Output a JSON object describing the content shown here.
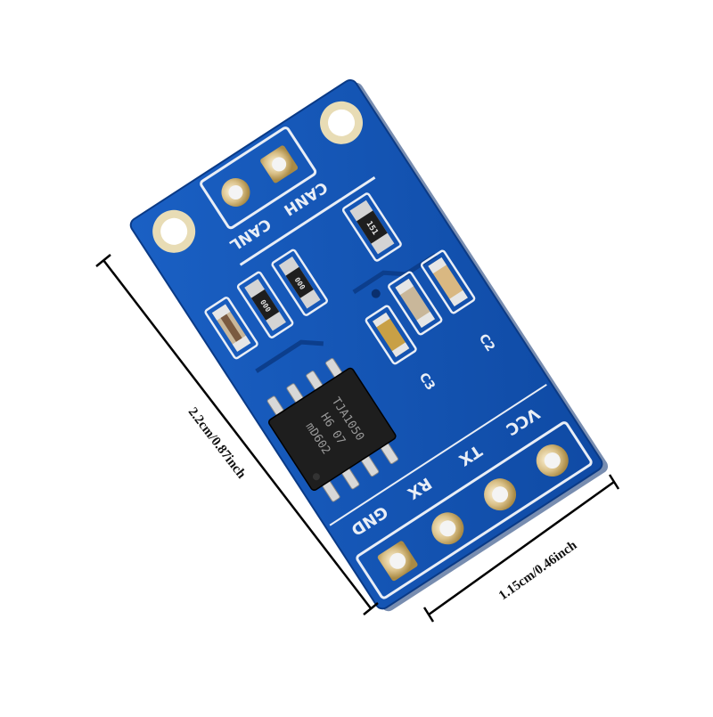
{
  "board": {
    "labels": {
      "canh": "CANH",
      "canl": "CANL",
      "gnd": "GND",
      "rx": "RX",
      "tx": "TX",
      "vcc": "VCC"
    },
    "chip_lines": [
      "TJA1050",
      "H6 07",
      "mD602"
    ],
    "resistor_codes": {
      "r1": "151",
      "r2": "000",
      "r3": "000"
    }
  },
  "dimensions": {
    "length": "2.2cm/0.87inch",
    "width": "1.15cm/0.46inch"
  },
  "colors": {
    "pcb": "#1553b4",
    "pcb_dark": "#0c3e8c",
    "silkscreen": "#e9eef6",
    "pad": "#c8a046",
    "chip": "#1e1e1e"
  }
}
